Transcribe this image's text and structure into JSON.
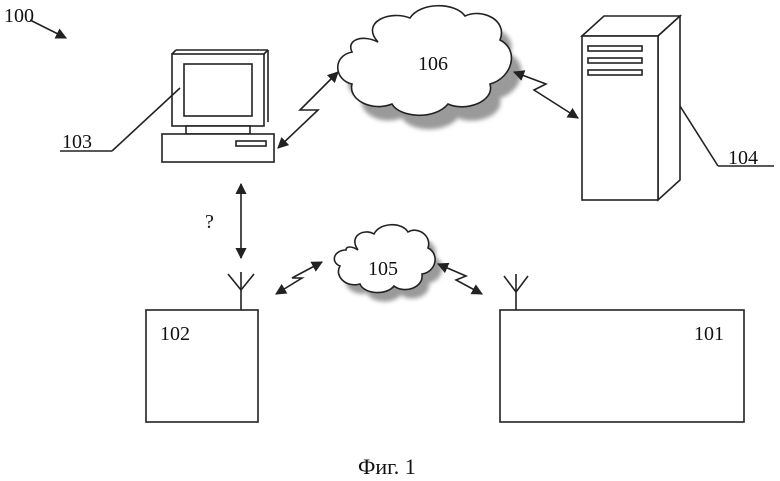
{
  "figure": {
    "caption": "Фиг. 1",
    "ref_system": "100",
    "ref_device_102": "102",
    "ref_device_101": "101",
    "ref_computer": "103",
    "ref_server": "104",
    "ref_network_105": "105",
    "ref_network_106": "106",
    "question_mark": "?"
  }
}
